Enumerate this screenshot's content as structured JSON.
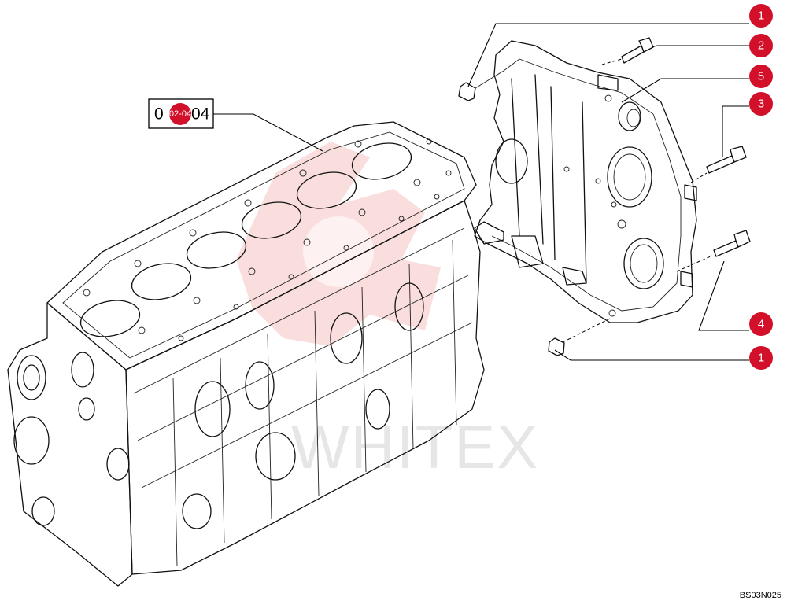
{
  "reference_label": "02-04",
  "reference_box_text": "04",
  "reference_box_prefix": "0",
  "watermark": "WHITEX",
  "figure_code": "BS03N025",
  "accent_color": "#d2102a",
  "watermark_color": "#f0a8a8",
  "callouts": [
    {
      "label": "1",
      "part": "plug-top"
    },
    {
      "label": "2",
      "part": "bolt-top"
    },
    {
      "label": "5",
      "part": "timing-cover"
    },
    {
      "label": "3",
      "part": "bolt-middle"
    },
    {
      "label": "4",
      "part": "bolt-lower"
    },
    {
      "label": "1",
      "part": "plug-bottom"
    }
  ]
}
